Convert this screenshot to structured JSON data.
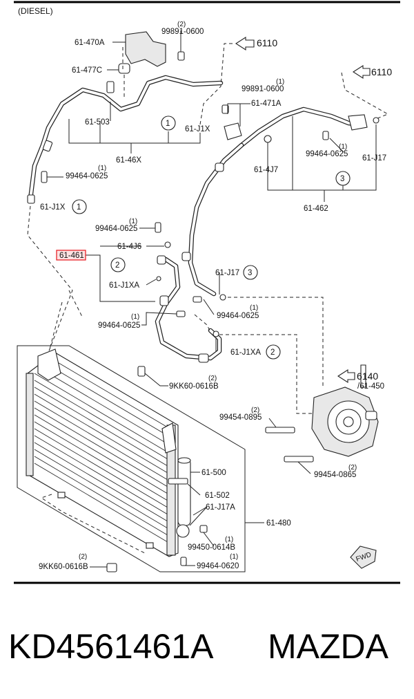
{
  "header": {
    "variant": "(DIESEL)"
  },
  "caption": {
    "part_number": "KD4561461A",
    "brand": "MAZDA"
  },
  "labels": {
    "l_61_470A": "61-470A",
    "l_99891_0600_top": "99891-0600",
    "l_99891_0600_top_qty": "(2)",
    "l_61_477C": "61-477C",
    "l_6110_a": "6110",
    "l_6110_b": "6110",
    "l_99891_0600_mid": "99891-0600",
    "l_99891_0600_mid_qty": "(1)",
    "l_61_471A": "61-471A",
    "l_61_503": "61-503",
    "l_61_J1X_top": "61-J1X",
    "l_ref1_top": "1",
    "l_61_46X": "61-46X",
    "l_99464_0625_r": "99464-0625",
    "l_99464_0625_r_qty": "(1)",
    "l_61_J17_top": "61-J17",
    "l_61_4J7": "61-4J7",
    "l_ref3_top": "3",
    "l_61_462": "61-462",
    "l_99464_0625_l": "99464-0625",
    "l_99464_0625_l_qty": "(1)",
    "l_61_J1X_left": "61-J1X",
    "l_ref1_left": "1",
    "l_99464_0625_c": "99464-0625",
    "l_99464_0625_c_qty": "(1)",
    "l_61_461": "61-461",
    "l_61_4J6": "61-4J6",
    "l_ref2_mid": "2",
    "l_61_J1XA_mid": "61-J1XA",
    "l_61_J17_mid": "61-J17",
    "l_ref3_mid": "3",
    "l_99464_0625_cm": "99464-0625",
    "l_99464_0625_cm_qty": "(1)",
    "l_99464_0625_ll": "99464-0625",
    "l_99464_0625_ll_qty": "(1)",
    "l_61_J1XA_low": "61-J1XA",
    "l_ref2_low": "2",
    "l_9KK60_0616B_t": "9KK60-0616B",
    "l_9KK60_0616B_t_qty": "(2)",
    "l_6140": "6140",
    "l_61_450": "/61-450",
    "l_99454_0895": "99454-0895",
    "l_99454_0895_qty": "(2)",
    "l_99454_0865": "99454-0865",
    "l_99454_0865_qty": "(2)",
    "l_61_500": "61-500",
    "l_61_502": "61-502",
    "l_61_J17A": "61-J17A",
    "l_61_480": "61-480",
    "l_99450_0614B": "99450-0614B",
    "l_99450_0614B_qty": "(1)",
    "l_9KK60_0616B_b": "9KK60-0616B",
    "l_9KK60_0616B_b_qty": "(2)",
    "l_99464_0620": "99464-0620",
    "l_99464_0620_qty": "(1)",
    "l_fwd": "FWD"
  },
  "colors": {
    "highlight_box": "#e8232a",
    "ink": "#111111",
    "rule": "#000000"
  },
  "icons": {
    "ref_arrow": "arrow-reference-icon",
    "fwd_arrow": "forward-direction-arrow-icon"
  }
}
